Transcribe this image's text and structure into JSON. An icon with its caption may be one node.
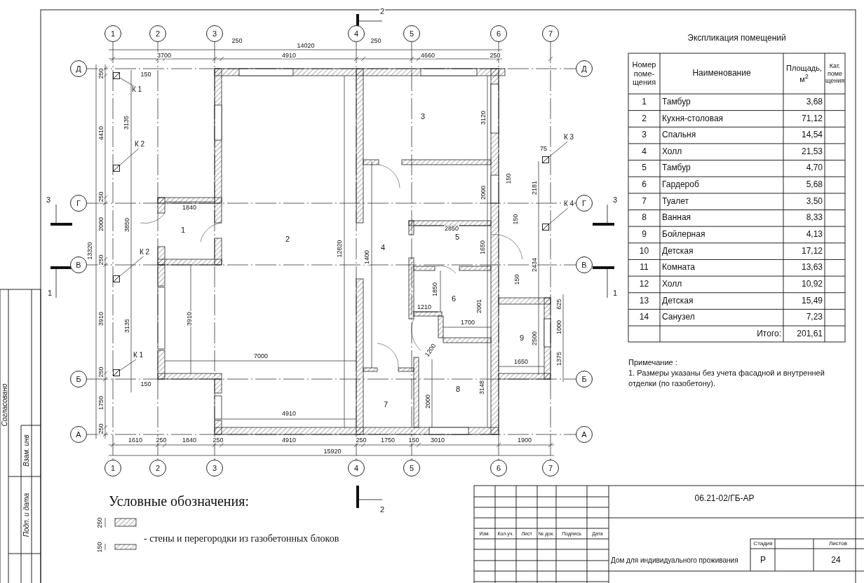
{
  "diagram": {
    "nodes": [
      {
        "text": [
          "1"
        ]
      },
      {
        "text": [
          "2"
        ]
      },
      {
        "text": [
          "3"
        ]
      },
      {
        "text": [
          "4"
        ]
      },
      {
        "text": [
          "5"
        ]
      },
      {
        "text": [
          "6"
        ]
      },
      {
        "text": [
          "7"
        ]
      },
      {
        "text": [
          "Д"
        ]
      },
      {
        "text": [
          "Г"
        ]
      },
      {
        "text": [
          "В"
        ]
      },
      {
        "text": [
          "Б"
        ]
      },
      {
        "text": [
          "А"
        ]
      },
      {
        "text": [
          "Д"
        ]
      },
      {
        "text": [
          "Г"
        ]
      },
      {
        "text": [
          "В"
        ]
      },
      {
        "text": [
          "Б"
        ]
      },
      {
        "text": [
          "А"
        ]
      },
      {
        "text": [
          "1"
        ]
      },
      {
        "text": [
          "2"
        ]
      },
      {
        "text": [
          "3"
        ]
      },
      {
        "text": [
          "4"
        ]
      },
      {
        "text": [
          "5"
        ]
      },
      {
        "text": [
          "6"
        ]
      },
      {
        "text": [
          "7"
        ]
      },
      {
        "text": [
          "К 1"
        ]
      },
      {
        "text": [],
        "shape": "box"
      },
      {
        "text": [
          "К 2"
        ]
      },
      {
        "text": [],
        "shape": "box"
      },
      {
        "text": [
          "К 2"
        ]
      },
      {
        "text": [],
        "shape": "box"
      },
      {
        "text": [
          "К 1"
        ]
      },
      {
        "text": [],
        "shape": "box"
      },
      {
        "text": [
          "К 3"
        ]
      },
      {
        "text": [],
        "shape": "box"
      },
      {
        "text": [
          "К 4"
        ]
      },
      {
        "text": [],
        "shape": "box"
      }
    ],
    "edges": [
      {
        "from": 24,
        "to": 25,
        "arrow": "none"
      },
      {
        "from": 26,
        "to": 27,
        "arrow": "none"
      },
      {
        "from": 28,
        "to": 29,
        "arrow": "none"
      },
      {
        "from": 30,
        "to": 31,
        "arrow": "none"
      },
      {
        "from": 32,
        "to": 33,
        "arrow": "none"
      },
      {
        "from": 34,
        "to": 35,
        "arrow": "none"
      },
      {
        "from": 0,
        "to": 17,
        "arrow": "none",
        "style": "dashed"
      },
      {
        "from": 1,
        "to": 18,
        "arrow": "none",
        "style": "dashed"
      },
      {
        "from": 2,
        "to": 19,
        "arrow": "none",
        "style": "dashed"
      },
      {
        "from": 3,
        "to": 20,
        "arrow": "none",
        "style": "dashed"
      },
      {
        "from": 4,
        "to": 21,
        "arrow": "none",
        "style": "dashed"
      },
      {
        "from": 5,
        "to": 22,
        "arrow": "none",
        "style": "dashed"
      },
      {
        "from": 6,
        "to": 23,
        "arrow": "none",
        "style": "dashed"
      },
      {
        "from": 7,
        "to": 12,
        "arrow": "none",
        "style": "dashed"
      },
      {
        "from": 8,
        "to": 13,
        "arrow": "none",
        "style": "dashed"
      },
      {
        "from": 9,
        "to": 14,
        "arrow": "none",
        "style": "dashed"
      },
      {
        "from": 10,
        "to": 15,
        "arrow": "none",
        "style": "dashed"
      },
      {
        "from": 11,
        "to": 16,
        "arrow": "none",
        "style": "dashed"
      }
    ],
    "labels": [
      "250",
      "14020",
      "250",
      "3700",
      "4910",
      "4660",
      "250",
      "250",
      "150",
      "4410",
      "3135",
      "250",
      "1840",
      "2000",
      "3850",
      "13320",
      "250",
      "1",
      "2",
      "3",
      "12820",
      "1400",
      "3120",
      "75",
      "150",
      "2000",
      "2181",
      "150",
      "2850",
      "5",
      "4",
      "1650",
      "2434",
      "150",
      "1850",
      "6",
      "1210",
      "2001",
      "625",
      "3910",
      "3135",
      "3910",
      "1700",
      "1000",
      "9",
      "2500",
      "7000",
      "1200",
      "1375",
      "1650",
      "250",
      "150",
      "3148",
      "8",
      "1750",
      "7",
      "2000",
      "4910",
      "250",
      "1610",
      "250",
      "1840",
      "250",
      "4910",
      "250",
      "1750",
      "150",
      "3010",
      "1900",
      "15920",
      "2",
      "3",
      "3",
      "1",
      "1",
      "2",
      "Экспликация помещений",
      "Номер поме- щения",
      "Наименование",
      "Площадь, м$^{2}$",
      "Кат. поме щения",
      "1",
      "Тамбур",
      "3,68",
      "2",
      "Кухня-столовая",
      "71,12",
      "3",
      "Спальня",
      "14,54",
      "4",
      "Холл",
      "21,53",
      "5",
      "Тамбур",
      "4,70",
      "6",
      "Гардероб",
      "5,68",
      "7",
      "Туалет",
      "3,50",
      "8",
      "Ванная",
      "8,33",
      "9",
      "Бойлерная",
      "4,13",
      "10",
      "Детская",
      "17,12",
      "11",
      "Комната",
      "13,63",
      "12",
      "Холл",
      "10,92",
      "13",
      "Детская",
      "15,49",
      "14",
      "Санузел",
      "7,23",
      "Итого:",
      "201,61",
      "Примечание :",
      "1. Размеры указаны без учета фасадной и внутренней отделки (по газобетону).",
      "Условные обозначения:",
      "250",
      "150",
      "06.21-02/ГБ-АР",
      "Изм.",
      "Кол.уч.",
      "Лист",
      "№ док.",
      "Подпись",
      "Дата",
      "Стадия",
      "Листов",
      "Дом для индивидуального проживания",
      "Р",
      "24",
      "Согласовано",
      "Взам. инв",
      "Подп. и дата"
    ],
    "legend": [
      {
        "text": "- стены и перегородки из газобетонных блоков"
      }
    ]
  }
}
